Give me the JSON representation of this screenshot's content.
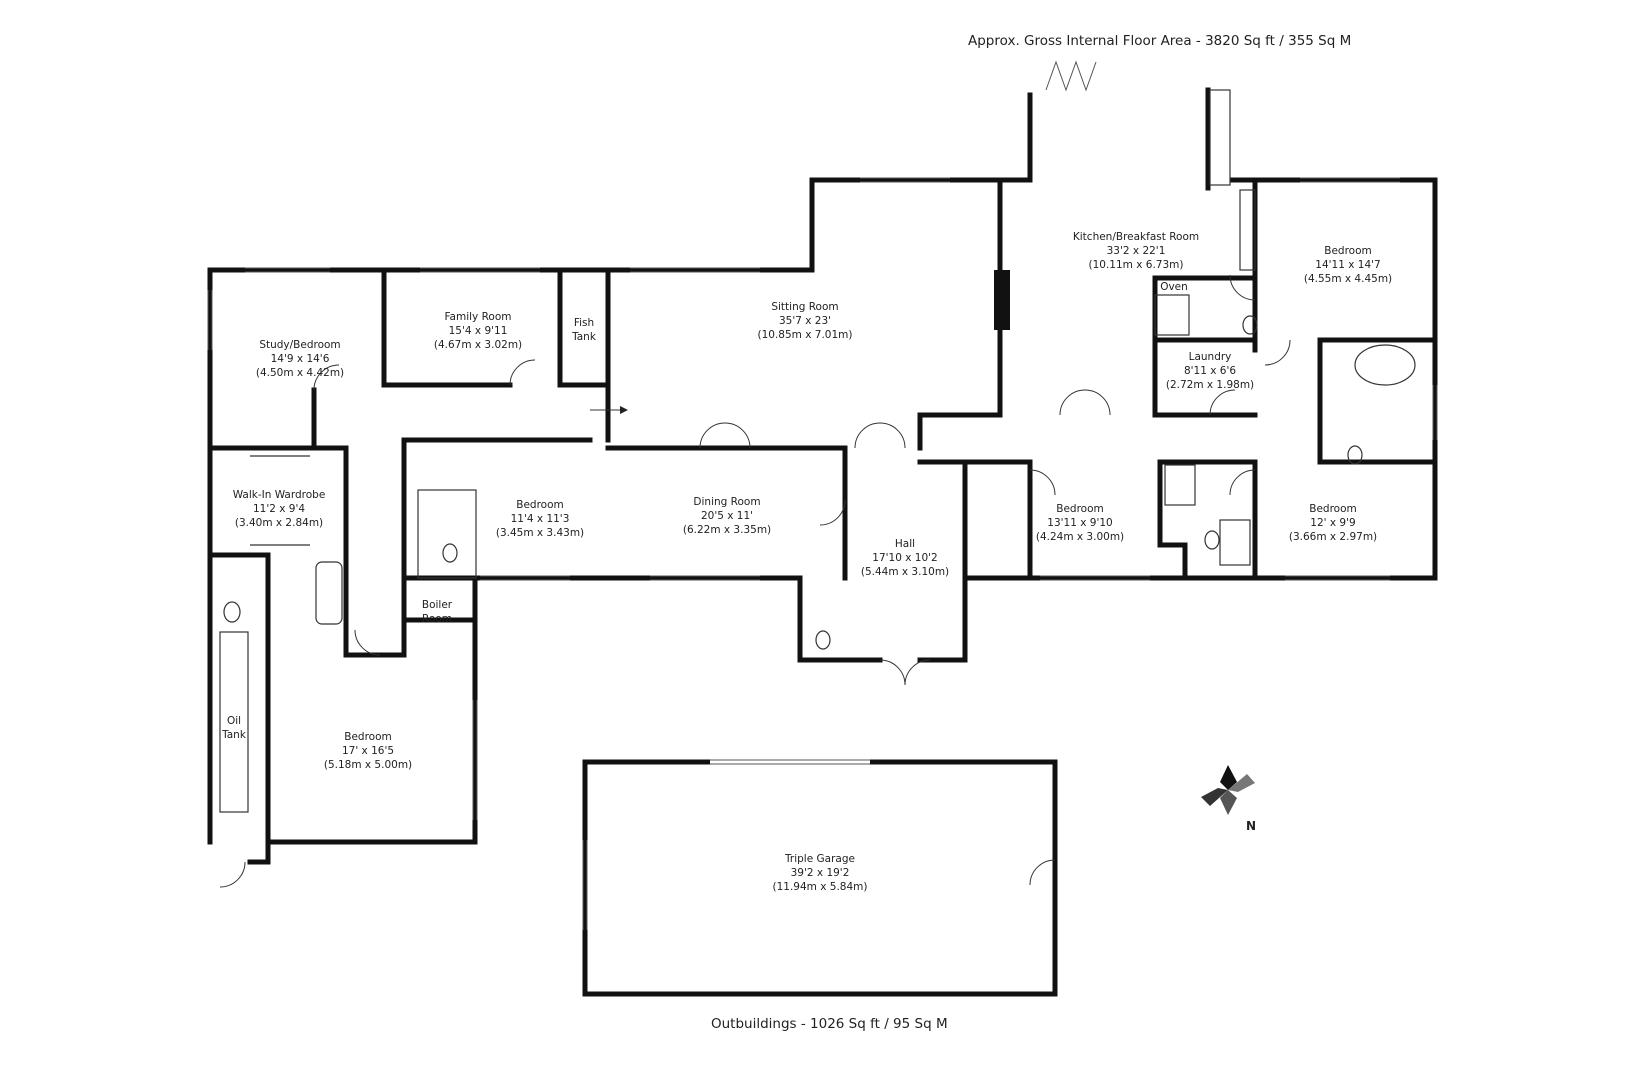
{
  "captions": {
    "main_area": "Approx. Gross Internal Floor Area - 3820 Sq ft / 355 Sq M",
    "outbuildings": "Outbuildings - 1026 Sq ft / 95 Sq M"
  },
  "rooms": {
    "study_bedroom": {
      "name": "Study/Bedroom",
      "imperial": "14'9 x 14'6",
      "metric": "(4.50m x 4.42m)"
    },
    "family_room": {
      "name": "Family Room",
      "imperial": "15'4 x 9'11",
      "metric": "(4.67m x 3.02m)"
    },
    "fish_tank": {
      "line1": "Fish",
      "line2": "Tank"
    },
    "sitting_room": {
      "name": "Sitting Room",
      "imperial": "35'7 x 23'",
      "metric": "(10.85m x 7.01m)"
    },
    "kitchen": {
      "name": "Kitchen/Breakfast Room",
      "imperial": "33'2 x 22'1",
      "metric": "(10.11m x 6.73m)"
    },
    "oven": "Oven",
    "laundry": {
      "name": "Laundry",
      "imperial": "8'11 x 6'6",
      "metric": "(2.72m x 1.98m)"
    },
    "bedroom_ne": {
      "name": "Bedroom",
      "imperial": "14'11 x 14'7",
      "metric": "(4.55m x 4.45m)"
    },
    "walk_in_wardrobe": {
      "name": "Walk-In Wardrobe",
      "imperial": "11'2 x 9'4",
      "metric": "(3.40m x 2.84m)"
    },
    "bedroom_mid": {
      "name": "Bedroom",
      "imperial": "11'4 x 11'3",
      "metric": "(3.45m x 3.43m)"
    },
    "dining_room": {
      "name": "Dining Room",
      "imperial": "20'5 x 11'",
      "metric": "(6.22m x 3.35m)"
    },
    "hall": {
      "name": "Hall",
      "imperial": "17'10 x 10'2",
      "metric": "(5.44m x 3.10m)"
    },
    "bedroom_e1": {
      "name": "Bedroom",
      "imperial": "13'11 x 9'10",
      "metric": "(4.24m x 3.00m)"
    },
    "bedroom_e2": {
      "name": "Bedroom",
      "imperial": "12' x 9'9",
      "metric": "(3.66m x 2.97m)"
    },
    "boiler_room": {
      "line1": "Boiler",
      "line2": "Room"
    },
    "oil_tank": {
      "line1": "Oil",
      "line2": "Tank"
    },
    "bedroom_sw": {
      "name": "Bedroom",
      "imperial": "17' x 16'5",
      "metric": "(5.18m x 5.00m)"
    },
    "triple_garage": {
      "name": "Triple Garage",
      "imperial": "39'2 x 19'2",
      "metric": "(11.94m x 5.84m)"
    }
  },
  "compass": {
    "north_label": "N",
    "icon": "compass-rose-icon"
  }
}
